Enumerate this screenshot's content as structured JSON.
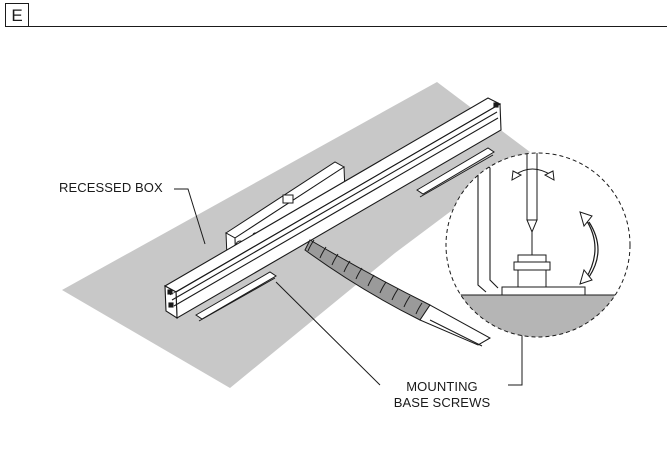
{
  "figure": {
    "step_letter": "E",
    "labels": {
      "recessed_box": "RECESSED BOX",
      "mounting_base_screws_line1": "MOUNTING",
      "mounting_base_screws_line2": "BASE SCREWS"
    },
    "colors": {
      "surface": "#c8c8c8",
      "line": "#1a1a1a",
      "detail_fill": "#b5b5b5"
    }
  }
}
